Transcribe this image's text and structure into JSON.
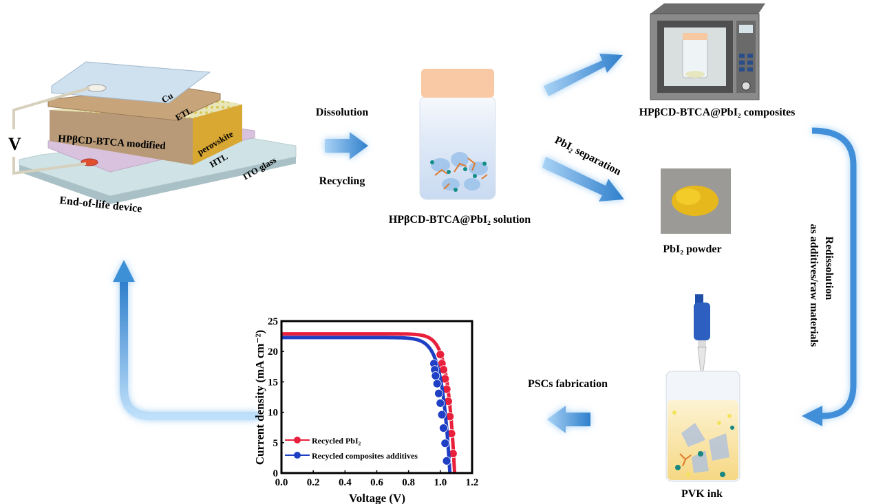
{
  "device": {
    "title": "End-of-life device",
    "voltage_label": "V",
    "layers": [
      "Cu",
      "ETL",
      "perovskite",
      "HPβCD-BTCA modified",
      "HTL",
      "ITO glass"
    ]
  },
  "steps": {
    "dissolution": "Dissolution",
    "recycling": "Recycling",
    "solution_label": "HPβCD-BTCA@PbI₂ solution",
    "separation": "PbI₂ separation",
    "composites_label": "HPβCD-BTCA@PbI₂ composites",
    "powder_label": "PbI₂ powder",
    "redissolution": "Redissolution",
    "redissolution_sub": "as additives/raw materials",
    "fabrication": "PSCs fabrication",
    "ink_label": "PVK ink"
  },
  "colors": {
    "red_series": "#e8203c",
    "blue_series": "#1f3fc4",
    "arrow": "#3d8fd6",
    "perovskite": "#d9a833"
  },
  "chart_data": {
    "type": "line",
    "title": "",
    "xlabel": "Voltage (V)",
    "ylabel": "Current density (mA cm⁻²)",
    "xlim": [
      0,
      1.2
    ],
    "ylim": [
      0,
      25
    ],
    "xticks": [
      "0.0",
      "0.2",
      "0.4",
      "0.6",
      "0.8",
      "1.0",
      "1.2"
    ],
    "yticks": [
      "0",
      "5",
      "10",
      "15",
      "20",
      "25"
    ],
    "legend_position": "bottom-left",
    "series": [
      {
        "name": "Recycled PbI₂",
        "color": "#e8203c",
        "jsc": 22.9,
        "voc": 1.09,
        "curvature": 0.045,
        "markers": [
          [
            1.0,
            19.5
          ],
          [
            1.01,
            18
          ],
          [
            1.02,
            17
          ],
          [
            1.03,
            15.5
          ],
          [
            1.04,
            13.8
          ],
          [
            1.05,
            11.8
          ],
          [
            1.06,
            9.3
          ],
          [
            1.07,
            6.5
          ],
          [
            1.08,
            3.2
          ]
        ]
      },
      {
        "name": "Recycled composites additives",
        "color": "#1f3fc4",
        "jsc": 22.3,
        "voc": 1.06,
        "curvature": 0.05,
        "markers": [
          [
            0.96,
            18
          ],
          [
            0.965,
            17
          ],
          [
            0.97,
            16
          ],
          [
            0.98,
            14.7
          ],
          [
            0.99,
            13.1
          ],
          [
            1.0,
            11.5
          ],
          [
            1.01,
            9.6
          ],
          [
            1.02,
            7.4
          ],
          [
            1.03,
            4.9
          ],
          [
            1.04,
            2
          ]
        ]
      }
    ]
  }
}
